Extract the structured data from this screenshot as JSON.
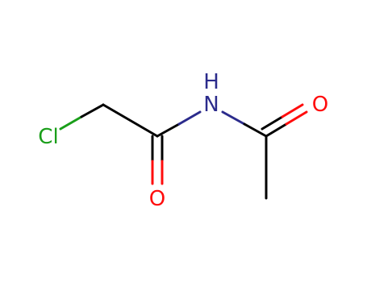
{
  "molecule": {
    "atoms": [
      {
        "id": "Cl1",
        "label": "Cl",
        "color": "#1a9e1a"
      },
      {
        "id": "C1",
        "label": ""
      },
      {
        "id": "C2",
        "label": ""
      },
      {
        "id": "O1",
        "label": "O",
        "color": "#ff0d0d"
      },
      {
        "id": "N1",
        "label": "N",
        "color": "#2b2b8c"
      },
      {
        "id": "H1",
        "label": "H",
        "color": "#2b2b8c"
      },
      {
        "id": "C3",
        "label": ""
      },
      {
        "id": "O2",
        "label": "O",
        "color": "#ff0d0d"
      },
      {
        "id": "C4",
        "label": ""
      }
    ],
    "bonds": [
      {
        "from": "Cl1",
        "to": "C1",
        "order": 1
      },
      {
        "from": "C1",
        "to": "C2",
        "order": 1
      },
      {
        "from": "C2",
        "to": "O1",
        "order": 2
      },
      {
        "from": "C2",
        "to": "N1",
        "order": 1
      },
      {
        "from": "N1",
        "to": "C3",
        "order": 1
      },
      {
        "from": "C3",
        "to": "O2",
        "order": 2
      },
      {
        "from": "C3",
        "to": "C4",
        "order": 1
      }
    ],
    "colors": {
      "carbon_bond": "#000000",
      "chlorine": "#1a9e1a",
      "oxygen": "#ff0d0d",
      "nitrogen": "#2b2b8c"
    }
  }
}
